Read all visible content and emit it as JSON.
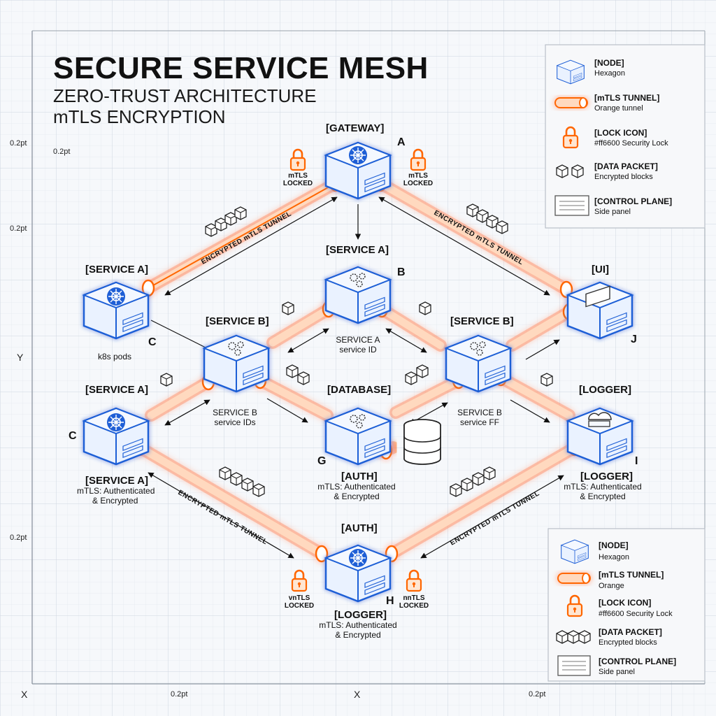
{
  "header": {
    "title": "SECURE SERVICE MESH",
    "subtitle_1": "ZERO-TRUST ARCHITECTURE",
    "subtitle_2": "mTLS ENCRYPTION"
  },
  "axes": {
    "y_label": "Y",
    "x_label_left": "X",
    "x_label_center": "X",
    "tick_0_2pt": "0.2pt"
  },
  "nodes": {
    "gateway": {
      "label": "[GATEWAY]",
      "letter": "A"
    },
    "service_a_center": {
      "label": "[SERVICE A]",
      "letter": "B",
      "caption_1": "SERVICE A",
      "caption_2": "service ID"
    },
    "service_a_left": {
      "label": "[SERVICE A]",
      "letter": "C",
      "caption": "k8s pods"
    },
    "ui": {
      "label": "[UI]",
      "letter": "J"
    },
    "service_b_left": {
      "label": "[SERVICE B]",
      "caption_1": "SERVICE B",
      "caption_2": "service IDs"
    },
    "service_b_right": {
      "label": "[SERVICE B]",
      "caption_1": "SERVICE B",
      "caption_2": "service FF"
    },
    "service_a_lower": {
      "label": "[SERVICE A]",
      "letter": "C",
      "caption_label": "[SERVICE A]",
      "caption_1": "mTLS: Authenticated",
      "caption_2": "& Encrypted"
    },
    "database": {
      "label": "[DATABASE]",
      "letter": "G",
      "caption_label": "[AUTH]",
      "caption_1": "mTLS: Authenticated",
      "caption_2": "& Encrypted"
    },
    "logger": {
      "label": "[LOGGER]",
      "letter": "I",
      "caption_label": "[LOGGER]",
      "caption_1": "mTLS: Authenticated",
      "caption_2": "& Encrypted"
    },
    "auth": {
      "label": "[AUTH]",
      "letter": "H",
      "caption_label": "[LOGGER]",
      "caption_1": "mTLS: Authenticated",
      "caption_2": "& Encrypted"
    }
  },
  "tunnels": {
    "label": "ENCRYPTED mTLS TUNNEL"
  },
  "locks": {
    "top_left": {
      "line_1": "mTLS",
      "line_2": "LOCKED"
    },
    "top_right": {
      "line_1": "mTLS",
      "line_2": "LOCKED"
    },
    "bottom_left": {
      "line_1": "vnTLS",
      "line_2": "LOCKED"
    },
    "bottom_right": {
      "line_1": "nnTLS",
      "line_2": "LOCKED"
    }
  },
  "legend_top": {
    "items": [
      {
        "title": "[NODE]",
        "sub": "Hexagon",
        "icon": "node-cube-icon"
      },
      {
        "title": "[mTLS TUNNEL]",
        "sub": "Orange tunnel",
        "icon": "tunnel-icon"
      },
      {
        "title": "[LOCK ICON]",
        "sub": "#ff6600 Security Lock",
        "icon": "lock-icon"
      },
      {
        "title": "[DATA PACKET]",
        "sub": "Encrypted blocks",
        "icon": "data-packet-icon"
      },
      {
        "title": "[CONTROL PLANE]",
        "sub": "Side panel",
        "icon": "control-plane-icon"
      }
    ]
  },
  "legend_bottom": {
    "items": [
      {
        "title": "[NODE]",
        "sub": "Hexagon",
        "icon": "node-cube-icon"
      },
      {
        "title": "[mTLS TUNNEL]",
        "sub": "Orange",
        "icon": "tunnel-icon"
      },
      {
        "title": "[LOCK ICON]",
        "sub": "#ff6600 Security Lock",
        "icon": "lock-icon"
      },
      {
        "title": "[DATA PACKET]",
        "sub": "Encrypted blocks",
        "icon": "data-packet-icon"
      },
      {
        "title": "[CONTROL PLANE]",
        "sub": "Side panel",
        "icon": "control-plane-icon"
      }
    ]
  },
  "colors": {
    "accent_orange": "#ff6600",
    "node_blue": "#1f5fd6",
    "grid": "#d9dee6"
  }
}
